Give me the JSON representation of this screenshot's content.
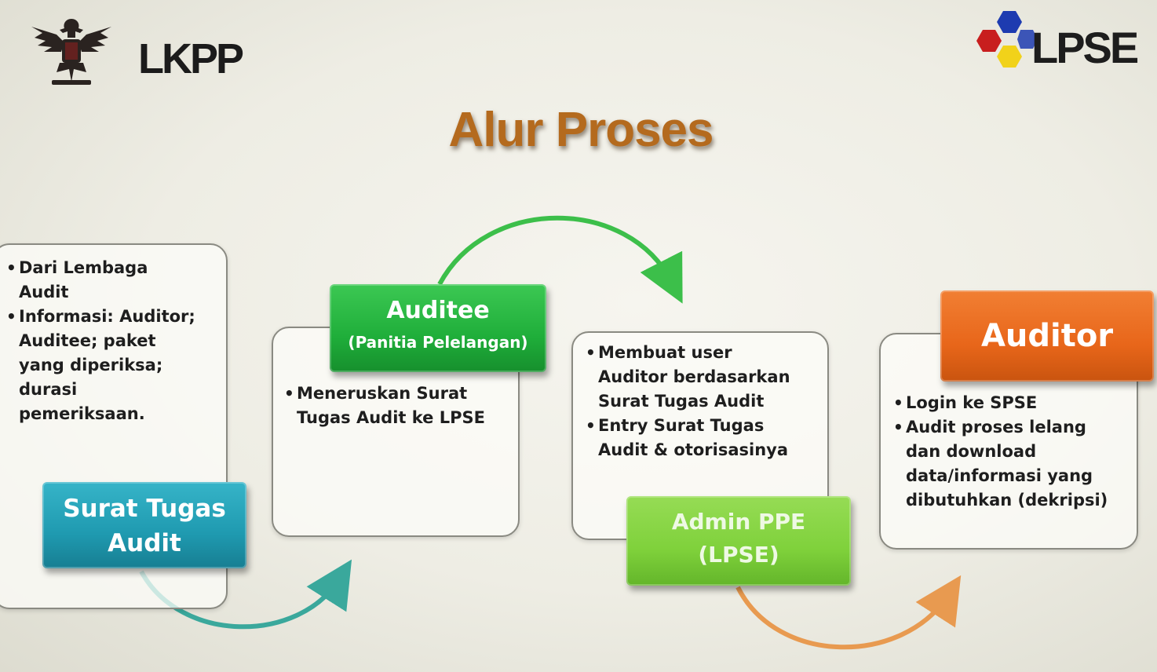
{
  "header": {
    "title": "Alur Proses",
    "logo_left": "LKPP",
    "logo_right": "LPSE"
  },
  "steps": [
    {
      "node_line1": "Surat Tugas",
      "node_line2": "Audit",
      "color": "#1f9ab0",
      "bullets": [
        "Dari Lembaga Audit",
        "Informasi: Auditor; Auditee; paket yang diperiksa; durasi pemeriksaan."
      ]
    },
    {
      "node_line1": "Auditee",
      "node_line2": "(Panitia Pelelangan)",
      "color": "#1fae3a",
      "bullets": [
        "Meneruskan Surat Tugas Audit ke LPSE"
      ]
    },
    {
      "node_line1": "Admin PPE",
      "node_line2": "(LPSE)",
      "color": "#7fd13b",
      "bullets": [
        "Membuat user Auditor berdasarkan Surat Tugas Audit",
        "Entry Surat Tugas Audit & otorisasinya"
      ]
    },
    {
      "node_line1": "Auditor",
      "node_line2": "",
      "color": "#e8661a",
      "bullets": [
        "Login ke SPSE",
        "Audit proses lelang dan download data/informasi yang dibutuhkan (dekripsi)"
      ]
    }
  ],
  "colors": {
    "title": "#b46a1e",
    "arrow_teal": "#3aa89c",
    "arrow_green": "#3cbf4a",
    "arrow_orange": "#e89a50"
  }
}
